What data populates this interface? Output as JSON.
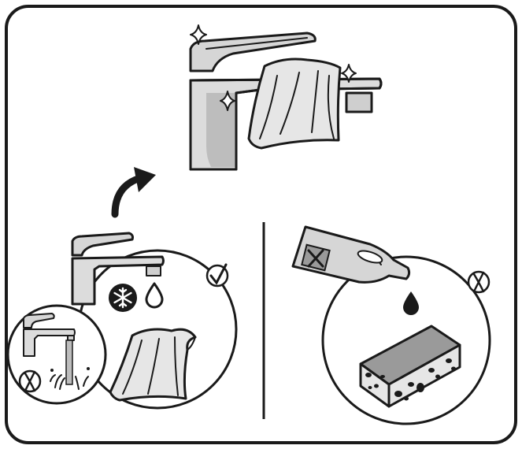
{
  "colors": {
    "ink": "#1a1a1a",
    "metal_light": "#dcdcdc",
    "metal_mid": "#bdbdbd",
    "metal_dark": "#9a9a9a",
    "cloth": "#e6e6e6",
    "background": "#ffffff"
  },
  "icons": {
    "sparkle": "sparkle-icon",
    "check": "check-icon",
    "cross": "cross-icon",
    "snowflake": "snowflake-icon",
    "water_drop": "water-drop-icon",
    "arrow": "curved-arrow-icon"
  },
  "panels": {
    "top": {
      "illustration": "clean-shiny-faucet-with-towel"
    },
    "bottom_left": {
      "illustration": "wipe-with-cold-water-and-soft-cloth",
      "verdict": "allowed",
      "inset": {
        "illustration": "hard-water-splashing",
        "verdict": "forbidden"
      }
    },
    "bottom_right": {
      "illustration": "no-abrasive-cleaner-or-scouring-sponge",
      "verdict": "forbidden"
    }
  }
}
